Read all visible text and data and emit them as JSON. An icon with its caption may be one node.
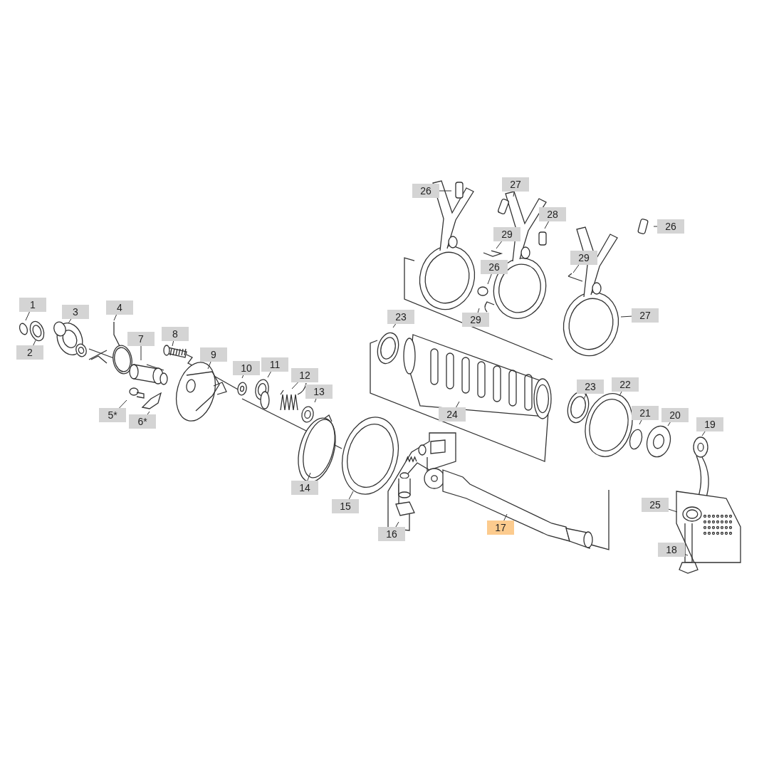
{
  "diagram": {
    "nodes": [
      {
        "text": [
          "1"
        ]
      },
      {
        "text": [
          "2"
        ]
      },
      {
        "text": [
          "3"
        ]
      },
      {
        "text": [
          "4"
        ]
      },
      {
        "text": [
          "5*"
        ]
      },
      {
        "text": [
          "6*"
        ]
      },
      {
        "text": [
          "7"
        ]
      },
      {
        "text": [
          "8"
        ]
      },
      {
        "text": [
          "9"
        ]
      },
      {
        "text": [
          "10"
        ]
      },
      {
        "text": [
          "11"
        ]
      },
      {
        "text": [
          "12"
        ]
      },
      {
        "text": [
          "13"
        ]
      },
      {
        "text": [
          "14"
        ]
      },
      {
        "text": [
          "15"
        ]
      },
      {
        "text": [
          "16"
        ]
      },
      {
        "text": [
          "17"
        ]
      },
      {
        "text": [
          "18"
        ]
      },
      {
        "text": [
          "19"
        ]
      },
      {
        "text": [
          "20"
        ]
      },
      {
        "text": [
          "21"
        ]
      },
      {
        "text": [
          "22"
        ]
      },
      {
        "text": [
          "23"
        ]
      },
      {
        "text": [
          "23"
        ]
      },
      {
        "text": [
          "24"
        ]
      },
      {
        "text": [
          "25"
        ]
      },
      {
        "text": [
          "26"
        ]
      },
      {
        "text": [
          "26"
        ]
      },
      {
        "text": [
          "26"
        ]
      },
      {
        "text": [
          "27"
        ]
      },
      {
        "text": [
          "27"
        ]
      },
      {
        "text": [
          "28"
        ]
      },
      {
        "text": [
          "29"
        ]
      },
      {
        "text": [
          "29"
        ]
      },
      {
        "text": [
          "29"
        ]
      }
    ],
    "edges": [
      {
        "from": 0,
        "to": null,
        "arrow": "none"
      },
      {
        "from": 1,
        "to": null,
        "arrow": "none"
      },
      {
        "from": 2,
        "to": null,
        "arrow": "none"
      },
      {
        "from": 3,
        "to": null,
        "arrow": "none"
      },
      {
        "from": 4,
        "to": null,
        "arrow": "none"
      },
      {
        "from": 5,
        "to": null,
        "arrow": "none"
      },
      {
        "from": 6,
        "to": null,
        "arrow": "none"
      },
      {
        "from": 7,
        "to": null,
        "arrow": "none"
      },
      {
        "from": 8,
        "to": null,
        "arrow": "none"
      },
      {
        "from": 9,
        "to": null,
        "arrow": "none"
      },
      {
        "from": 10,
        "to": null,
        "arrow": "none"
      },
      {
        "from": 11,
        "to": null,
        "arrow": "none"
      },
      {
        "from": 12,
        "to": null,
        "arrow": "none"
      },
      {
        "from": 13,
        "to": null,
        "arrow": "none"
      },
      {
        "from": 14,
        "to": null,
        "arrow": "none"
      },
      {
        "from": 15,
        "to": null,
        "arrow": "none"
      },
      {
        "from": 16,
        "to": null,
        "arrow": "none"
      },
      {
        "from": 17,
        "to": null,
        "arrow": "none"
      },
      {
        "from": 18,
        "to": null,
        "arrow": "none"
      },
      {
        "from": 19,
        "to": null,
        "arrow": "none"
      },
      {
        "from": 20,
        "to": null,
        "arrow": "none"
      },
      {
        "from": 21,
        "to": null,
        "arrow": "none"
      },
      {
        "from": 22,
        "to": null,
        "arrow": "none"
      },
      {
        "from": 23,
        "to": null,
        "arrow": "none"
      },
      {
        "from": 24,
        "to": null,
        "arrow": "none"
      },
      {
        "from": 25,
        "to": null,
        "arrow": "none"
      },
      {
        "from": 26,
        "to": null,
        "arrow": "none"
      },
      {
        "from": 27,
        "to": null,
        "arrow": "none"
      },
      {
        "from": 28,
        "to": null,
        "arrow": "none"
      },
      {
        "from": 29,
        "to": null,
        "arrow": "none"
      },
      {
        "from": 30,
        "to": null,
        "arrow": "none"
      },
      {
        "from": 31,
        "to": null,
        "arrow": "none"
      },
      {
        "from": 32,
        "to": null,
        "arrow": "none"
      },
      {
        "from": 33,
        "to": null,
        "arrow": "none"
      },
      {
        "from": 34,
        "to": null,
        "arrow": "none"
      }
    ]
  }
}
